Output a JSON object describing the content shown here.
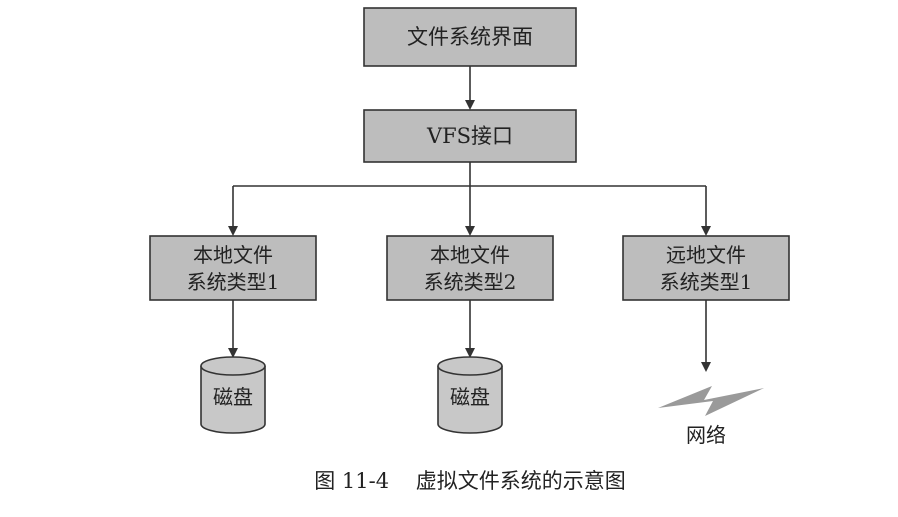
{
  "diagram": {
    "top_box": "文件系统界面",
    "vfs_box": "VFS接口",
    "fs_boxes": [
      {
        "line1": "本地文件",
        "line2": "系统类型1"
      },
      {
        "line1": "本地文件",
        "line2": "系统类型2"
      },
      {
        "line1": "远地文件",
        "line2": "系统类型1"
      }
    ],
    "disks": [
      "磁盘",
      "磁盘"
    ],
    "network_label": "网络"
  },
  "caption": "图 11-4    虚拟文件系统的示意图"
}
